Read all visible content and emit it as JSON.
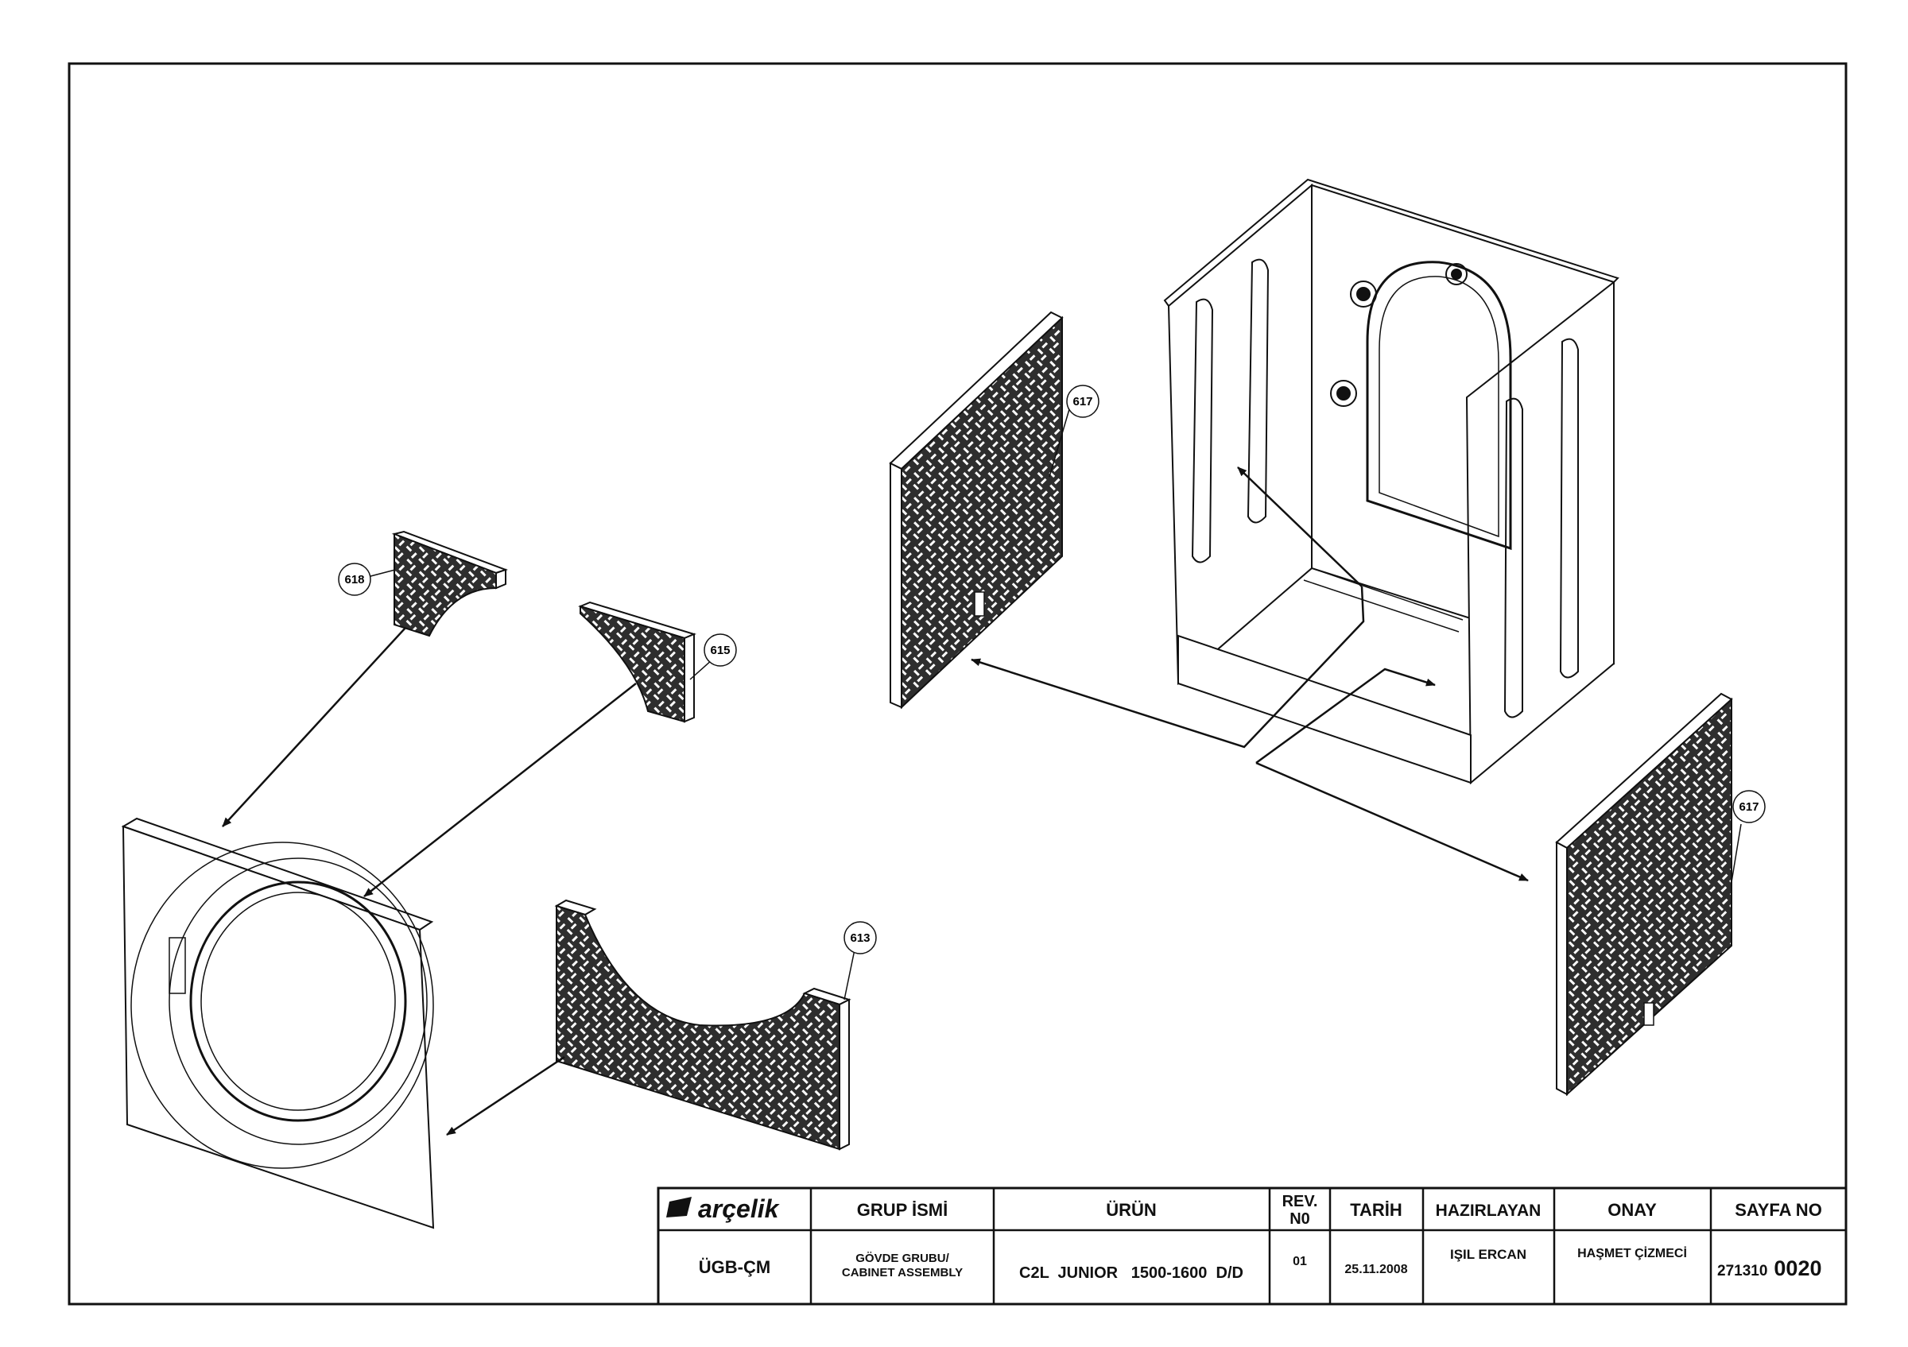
{
  "callouts": {
    "c617_top": "617",
    "c617_right": "617",
    "c618": "618",
    "c615": "615",
    "c613": "613"
  },
  "title_block": {
    "logo": "arçelik",
    "group_header": "GRUP İSMİ",
    "product_header": "ÜRÜN",
    "rev_header_1": "REV.",
    "rev_header_2": "N0",
    "date_header": "TARİH",
    "prepared_header": "HAZIRLAYAN",
    "approval_header": "ONAY",
    "page_header": "SAYFA NO",
    "department": "ÜGB-ÇM",
    "group_name_1": "GÖVDE GRUBU/",
    "group_name_2": "CABINET ASSEMBLY",
    "product": "C2L  JUNIOR   1500-1600  D/D",
    "rev": "01",
    "date": "25.11.2008",
    "prepared_by": "IŞIL ERCAN",
    "approved_by": "HAŞMET ÇİZMECİ",
    "page_no_prefix": "271310",
    "page_no_suffix": "0020"
  },
  "colors": {
    "line": "#111111",
    "paper": "#ffffff",
    "pattern_fill": "#3a3a3a"
  }
}
